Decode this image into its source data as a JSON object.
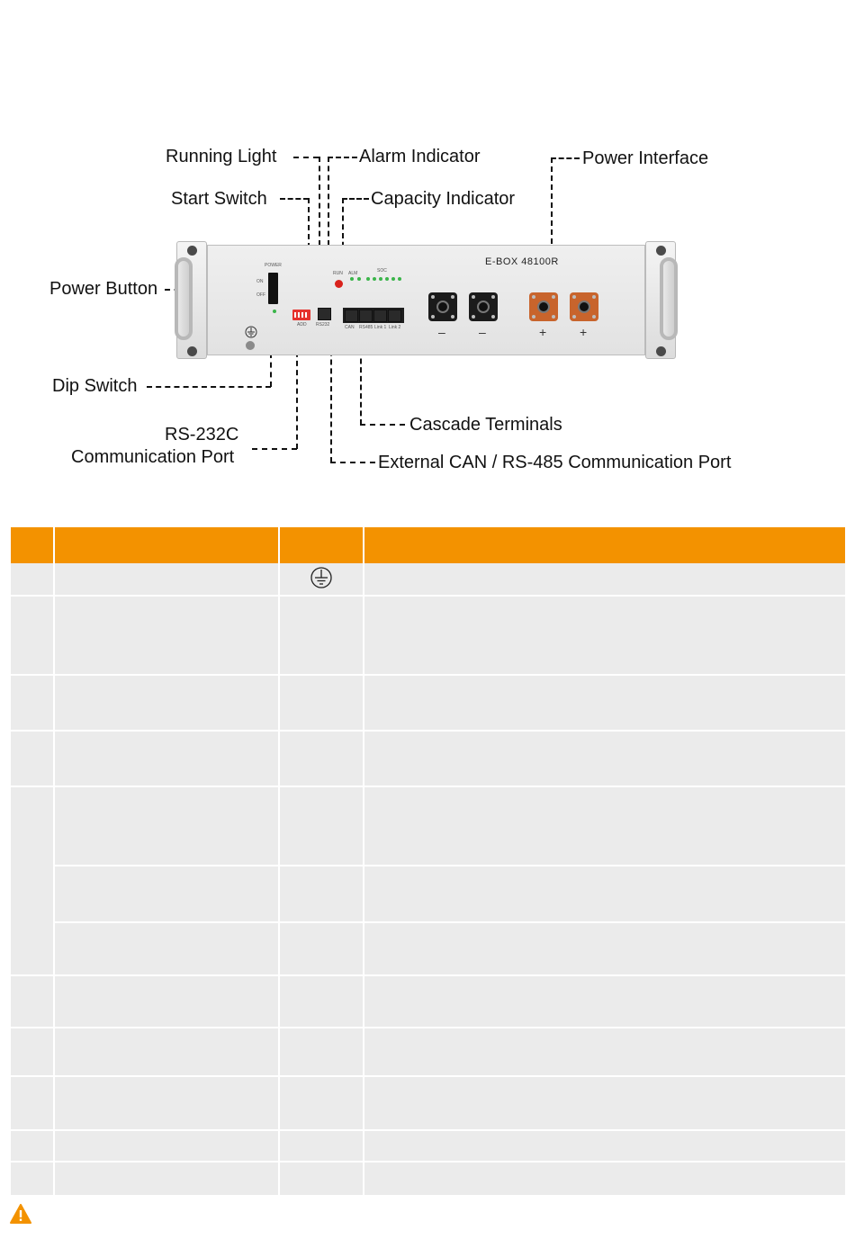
{
  "diagram": {
    "callouts": {
      "running_light": "Running Light",
      "alarm_indicator": "Alarm Indicator",
      "power_interface": "Power Interface",
      "start_switch": "Start Switch",
      "capacity_indicator": "Capacity Indicator",
      "power_button": "Power Button",
      "dip_switch": "Dip Switch",
      "rs232_line1": "RS-232C",
      "rs232_line2": "Communication Port",
      "cascade_terminals": "Cascade Terminals",
      "external_can": "External CAN / RS-485 Communication Port"
    },
    "device": {
      "model": "E-BOX 48100R",
      "panel_marks": {
        "power": "POWER",
        "on": "ON",
        "off": "OFF",
        "run": "RUN",
        "alm": "ALM",
        "soc": "SOC",
        "add": "ADD",
        "rs232": "RS232",
        "can": "CAN",
        "rs485": "RS485",
        "link1": "Link 1",
        "link2": "Link 2",
        "minus": "–",
        "plus": "+"
      }
    }
  },
  "table": {
    "header_colour": "#f39200",
    "row_colour": "#ebebeb",
    "rows": 12
  },
  "icons": [
    "ground-symbol-icon",
    "warning-icon"
  ]
}
